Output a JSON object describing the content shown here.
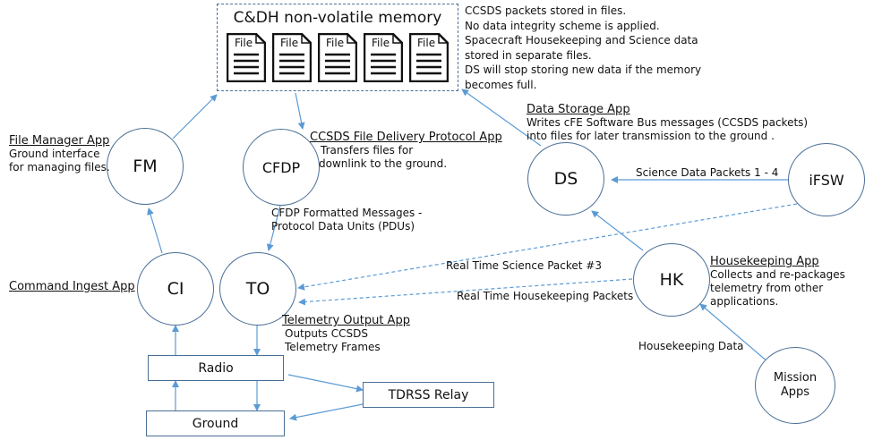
{
  "memory": {
    "title": "C&DH non-volatile memory",
    "files": [
      "File",
      "File",
      "File",
      "File",
      "File"
    ],
    "notes": [
      "CCSDS packets stored in files.",
      "No data integrity scheme is applied.",
      "Spacecraft Housekeeping and Science data",
      "stored in separate files.",
      "DS will stop storing new data if the memory",
      "becomes full."
    ]
  },
  "nodes": {
    "fm": "FM",
    "cfdp": "CFDP",
    "ds": "DS",
    "ifsw": "iFSW",
    "ci": "CI",
    "to": "TO",
    "hk": "HK",
    "mission_apps": "Mission\nApps"
  },
  "boxes": {
    "radio": "Radio",
    "ground": "Ground",
    "tdrss": "TDRSS Relay"
  },
  "descriptions": {
    "fm": {
      "title": "File Manager App",
      "lines": [
        "Ground interface",
        "for managing files."
      ]
    },
    "cfdp": {
      "title": "CCSDS File Delivery Protocol App",
      "lines": [
        "Transfers files for",
        "downlink to the ground."
      ]
    },
    "ds": {
      "title": "Data Storage App",
      "lines": [
        "Writes cFE Software Bus messages (CCSDS packets)",
        "into files for later transmission to the ground ."
      ]
    },
    "ci": {
      "title": "Command Ingest App",
      "lines": []
    },
    "to": {
      "title": "Telemetry Output App",
      "lines": [
        "Outputs CCSDS",
        "Telemetry Frames"
      ]
    },
    "hk": {
      "title": "Housekeeping App",
      "lines": [
        "Collects and re-packages",
        "telemetry from other",
        "applications."
      ]
    }
  },
  "flows": {
    "cfdp_to": [
      "CFDP Formatted Messages -",
      "Protocol Data Units (PDUs)"
    ],
    "science_packets": "Science Data Packets 1 - 4",
    "rt_science": "Real Time Science Packet #3",
    "rt_housekeeping": "Real Time Housekeeping Packets",
    "housekeeping_data": "Housekeeping Data"
  },
  "colors": {
    "line": "#5b9bd5",
    "border": "#4a6f96"
  }
}
